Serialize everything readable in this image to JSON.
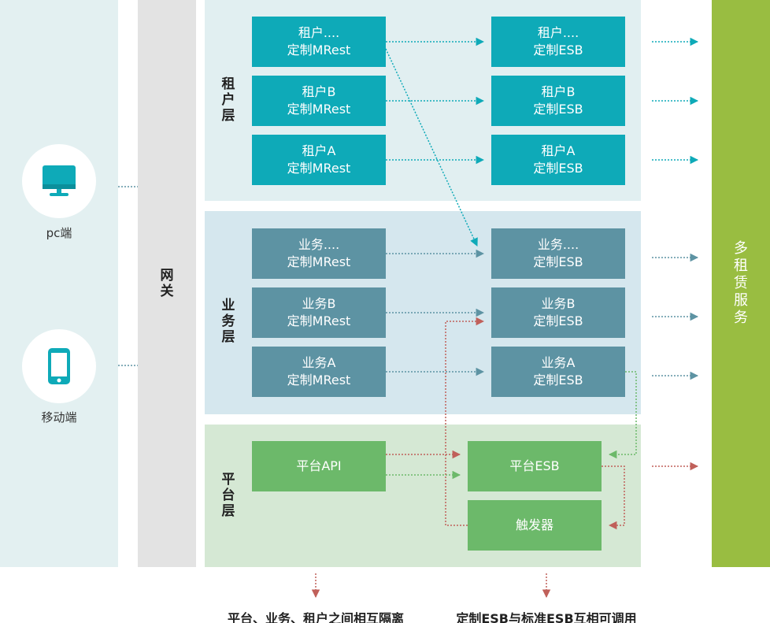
{
  "clients": {
    "pc": {
      "label": "pc端",
      "icon": "monitor-icon"
    },
    "mobile": {
      "label": "移动端",
      "icon": "smartphone-icon"
    }
  },
  "gateway": {
    "label": [
      "网",
      "关"
    ]
  },
  "layers": {
    "tenant": {
      "label": [
        "租",
        "户",
        "层"
      ],
      "rows": [
        {
          "mrest": [
            "租户....",
            "定制MRest"
          ],
          "esb": [
            "租户....",
            "定制ESB"
          ]
        },
        {
          "mrest": [
            "租户B",
            "定制MRest"
          ],
          "esb": [
            "租户B",
            "定制ESB"
          ]
        },
        {
          "mrest": [
            "租户A",
            "定制MRest"
          ],
          "esb": [
            "租户A",
            "定制ESB"
          ]
        }
      ]
    },
    "business": {
      "label": [
        "业",
        "务",
        "层"
      ],
      "rows": [
        {
          "mrest": [
            "业务....",
            "定制MRest"
          ],
          "esb": [
            "业务....",
            "定制ESB"
          ]
        },
        {
          "mrest": [
            "业务B",
            "定制MRest"
          ],
          "esb": [
            "业务B",
            "定制ESB"
          ]
        },
        {
          "mrest": [
            "业务A",
            "定制MRest"
          ],
          "esb": [
            "业务A",
            "定制ESB"
          ]
        }
      ]
    },
    "platform": {
      "label": [
        "平",
        "台",
        "层"
      ],
      "api": "平台API",
      "esb": "平台ESB",
      "trigger": "触发器"
    }
  },
  "multi_tenant": {
    "label": [
      "多",
      "租",
      "赁",
      "服",
      "务"
    ]
  },
  "notes": {
    "isolation": "平台、业务、租户之间相互隔离",
    "interop": "定制ESB与标准ESB互相可调用"
  },
  "colors": {
    "tenant_box": "#0eaab8",
    "business_box": "#5d93a3",
    "platform_box": "#6cb96a",
    "multi_tenant": "#99bd41",
    "arrow_red": "#c0605a",
    "arrow_green": "#6cb96a"
  }
}
